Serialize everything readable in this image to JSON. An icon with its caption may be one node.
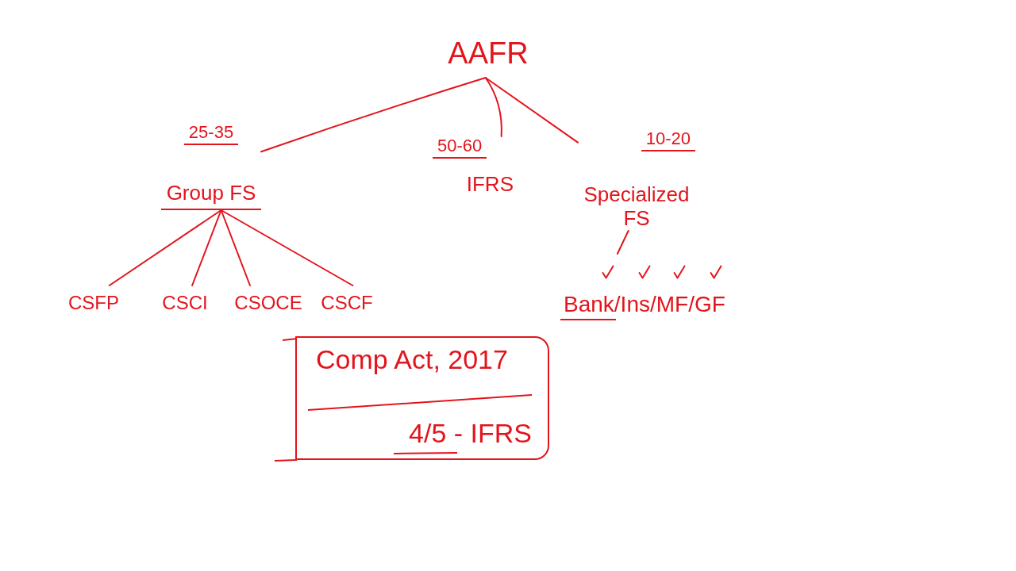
{
  "diagram": {
    "nodes": [
      {
        "text": [
          "AAFR"
        ]
      },
      {
        "text": [
          "Group FS"
        ],
        "beside": [
          "25-35"
        ]
      },
      {
        "text": [
          "IFRS"
        ],
        "beside": [
          "50-60"
        ]
      },
      {
        "text": [
          "Specialized FS"
        ],
        "beside": [
          "10-20"
        ]
      },
      {
        "text": [
          "CSFP"
        ]
      },
      {
        "text": [
          "CSCI"
        ]
      },
      {
        "text": [
          "CSOCE"
        ]
      },
      {
        "text": [
          "CSCF"
        ]
      },
      {
        "text": [
          "Bank/Ins/MF/GF"
        ]
      },
      {
        "text": [
          "Comp Act, 2017",
          "4/5 - IFRS"
        ]
      }
    ],
    "edges": [
      {
        "from": 0,
        "to": 1,
        "arrow": "none"
      },
      {
        "from": 0,
        "to": 2,
        "arrow": "none"
      },
      {
        "from": 0,
        "to": 3,
        "arrow": "none"
      },
      {
        "from": 1,
        "to": 4,
        "arrow": "none"
      },
      {
        "from": 1,
        "to": 5,
        "arrow": "none"
      },
      {
        "from": 1,
        "to": 6,
        "arrow": "none"
      },
      {
        "from": 1,
        "to": 7,
        "arrow": "none"
      },
      {
        "from": 3,
        "to": 8,
        "arrow": "none"
      }
    ]
  }
}
